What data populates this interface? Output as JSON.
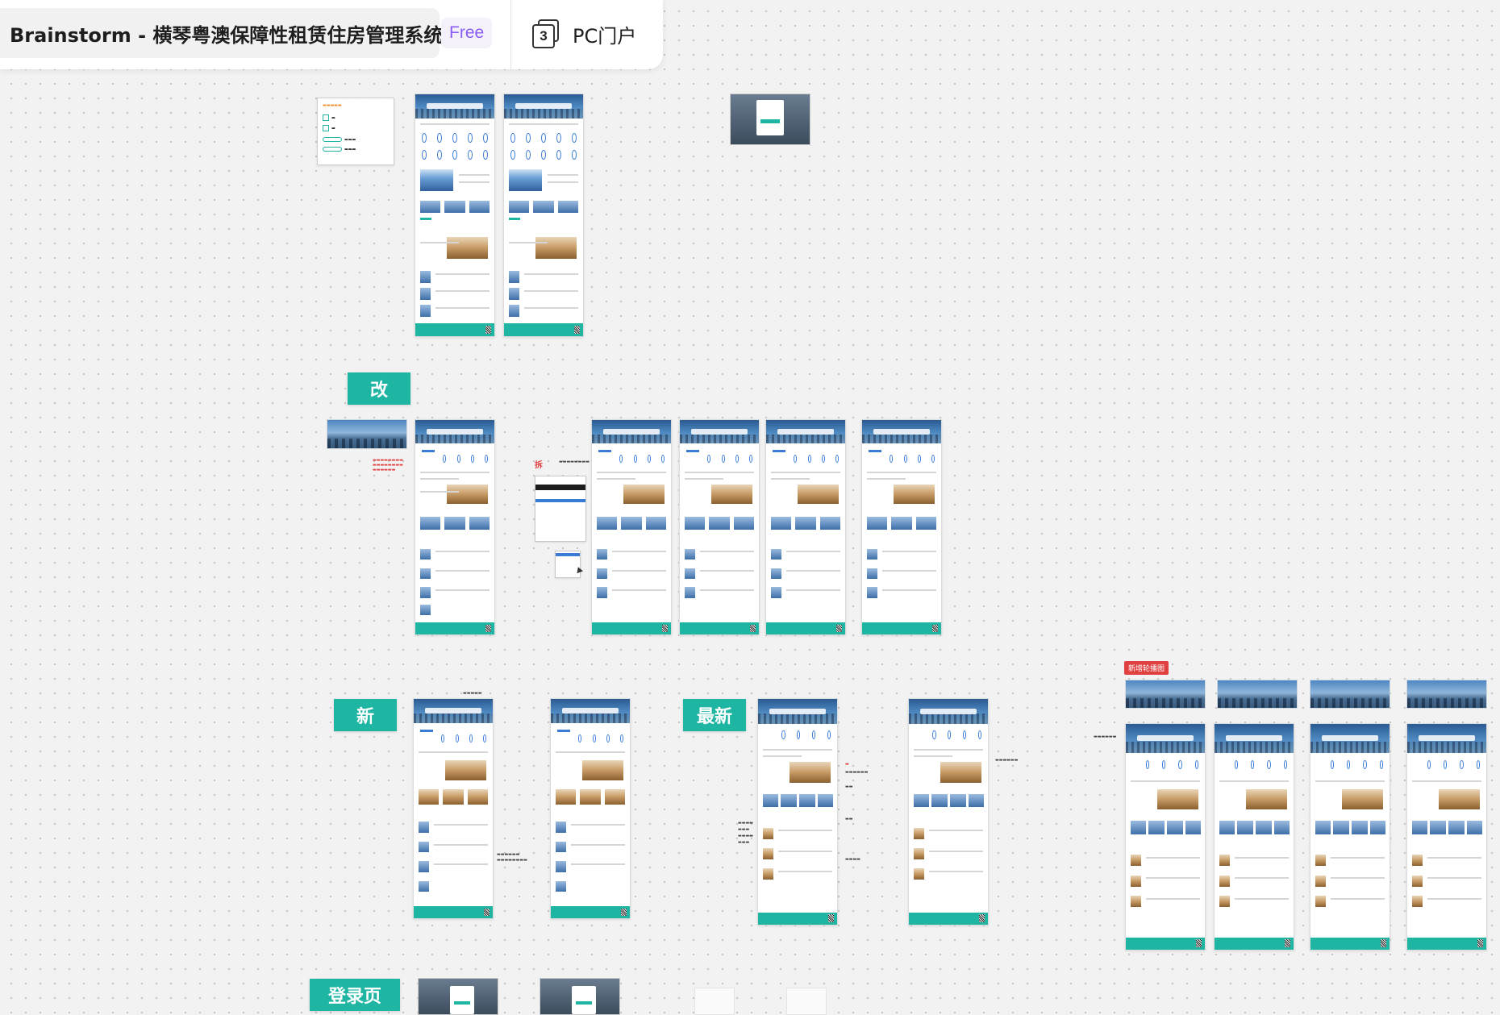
{
  "header": {
    "title": "Brainstorm - 横琴粤澳保障性租赁住房管理系统",
    "plan_badge": "Free",
    "pages_count": "3",
    "pages_label": "PC门户"
  },
  "canvas": {
    "labels": {
      "gai": "改",
      "xin": "新",
      "zuixin": "最新",
      "denglu": "登录页"
    },
    "tags": {
      "carousel_new": "新增轮播图",
      "chai": "拆"
    }
  },
  "colors": {
    "accent_teal": "#1fb5a3",
    "brand_purple": "#8a5cf6",
    "tag_red": "#e04040",
    "link_blue": "#3a7bd5"
  }
}
